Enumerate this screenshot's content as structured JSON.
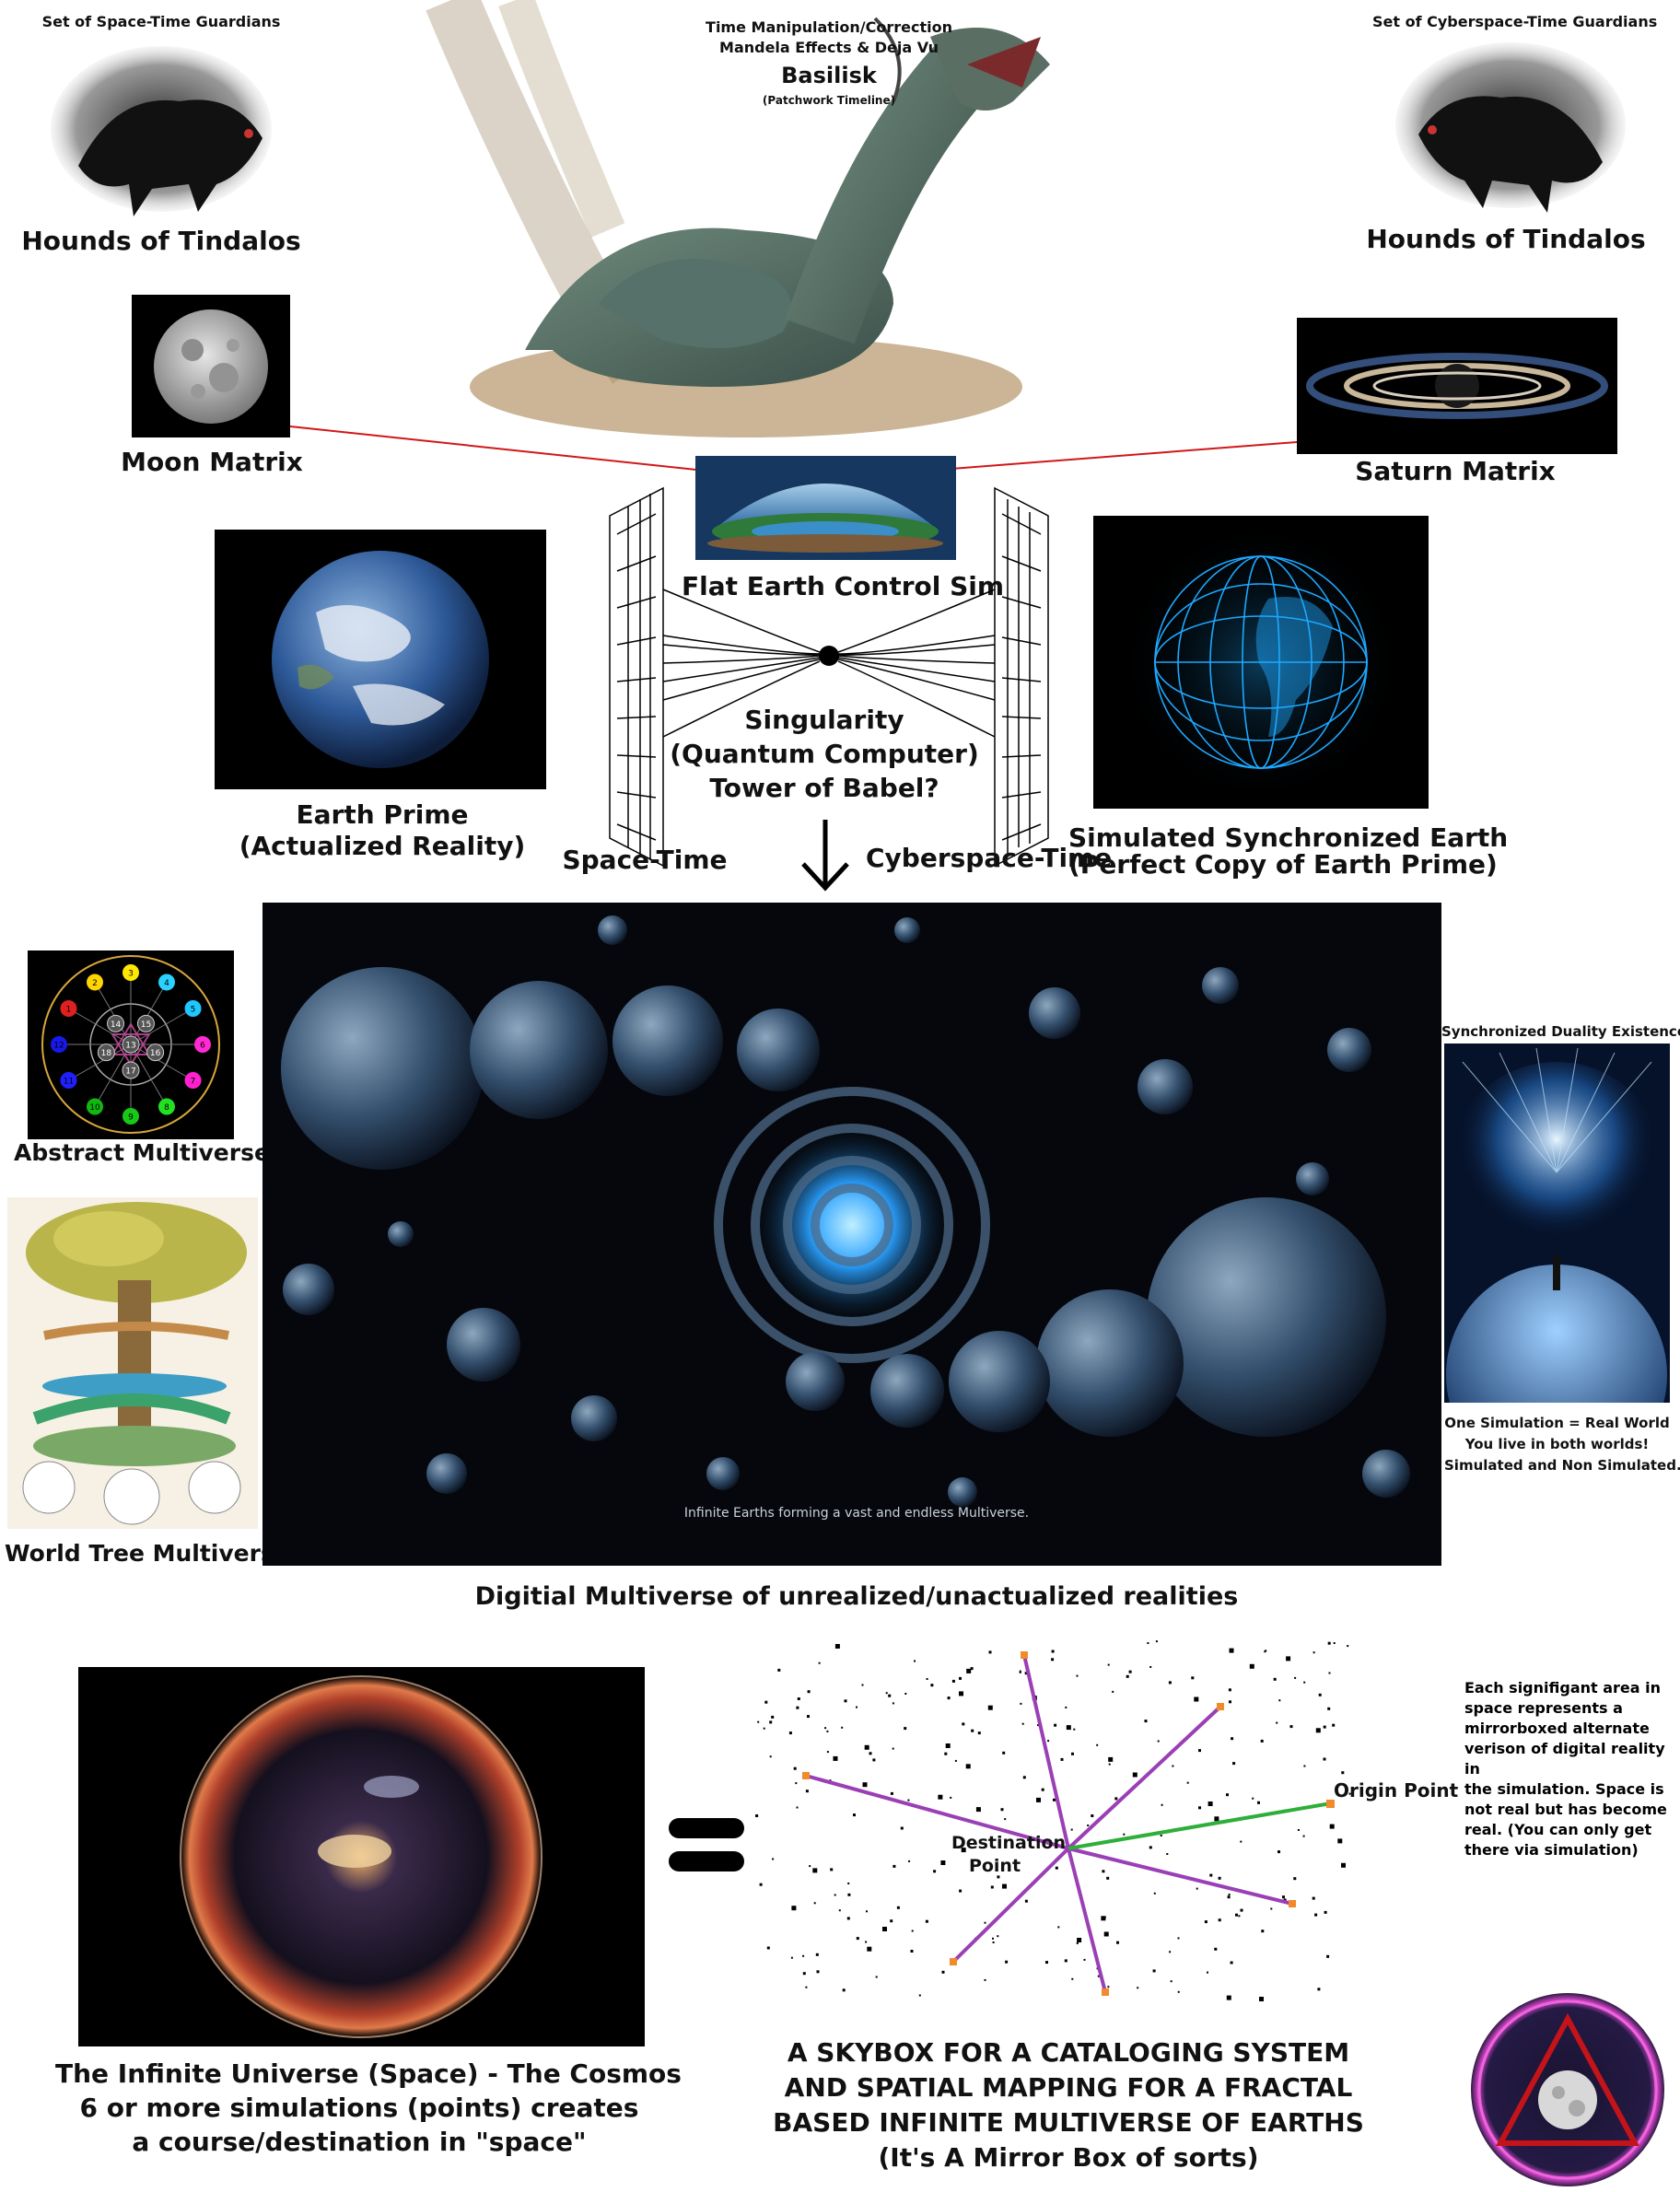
{
  "top": {
    "guardians_left": "Set of Space-Time Guardians",
    "hounds_left": "Hounds of Tindalos",
    "guardians_right": "Set of Cyberspace-Time Guardians",
    "hounds_right": "Hounds of Tindalos",
    "basilisk_sub1": "Time Manipulation/Correction",
    "basilisk_sub2": "Mandela Effects & Deja Vu",
    "basilisk": "Basilisk",
    "basilisk_note": "(Patchwork Timeline)"
  },
  "matrix": {
    "moon": "Moon Matrix",
    "saturn": "Saturn Matrix",
    "flat_earth": "Flat Earth Control Sim"
  },
  "middle": {
    "earth_prime_1": "Earth Prime",
    "earth_prime_2": "(Actualized Reality)",
    "singularity_1": "Singularity",
    "singularity_2": "(Quantum Computer)",
    "singularity_3": "Tower of Babel?",
    "space_time": "Space-Time",
    "cyberspace_time": "Cyberspace-Time",
    "sim_earth_1": "Simulated Synchronized Earth",
    "sim_earth_2": "(Perfect Copy of Earth Prime)"
  },
  "multiverse": {
    "abstract": "Abstract Multiverse",
    "abstract_numbers": [
      "1",
      "2",
      "3",
      "4",
      "5",
      "6",
      "7",
      "8",
      "9",
      "10",
      "11",
      "12",
      "13",
      "14",
      "15",
      "16",
      "17",
      "18"
    ],
    "world_tree": "World Tree Multiverse",
    "caption": "Infinite Earths forming a vast and endless Multiverse.",
    "digital": "Digitial Multiverse of unrealized/unactualized realities",
    "duality_title": "Synchronized Duality Existence",
    "duality_1": "One Simulation = Real World",
    "duality_2": "You live in both worlds!",
    "duality_3": "Simulated and Non Simulated..."
  },
  "bottom": {
    "cosmos_1": "The Infinite Universe (Space) - The Cosmos",
    "cosmos_2": "6 or more simulations (points) creates",
    "cosmos_3": "a course/destination in \"space\"",
    "destination_1": "Destination",
    "destination_2": "Point",
    "origin": "Origin Point",
    "note_1": "Each signifigant area in",
    "note_2": "space represents a",
    "note_3": "mirrorboxed alternate",
    "note_4": "verison of digital reality in",
    "note_5": "the simulation. Space is",
    "note_6": "not real but has become",
    "note_7": "real. (You can only get",
    "note_8": "there via simulation)",
    "skybox_1": "A SKYBOX FOR A CATALOGING SYSTEM",
    "skybox_2": "AND SPATIAL MAPPING FOR A FRACTAL",
    "skybox_3": "BASED INFINITE MULTIVERSE OF EARTHS",
    "skybox_4": "(It's A Mirror Box of sorts)"
  },
  "colors": {
    "connector_red": "#d01818",
    "ray_purple": "#9a3fb5",
    "ray_green": "#2fae3a",
    "point_orange": "#f08a2a",
    "grid_blue": "#1ea8ff"
  }
}
